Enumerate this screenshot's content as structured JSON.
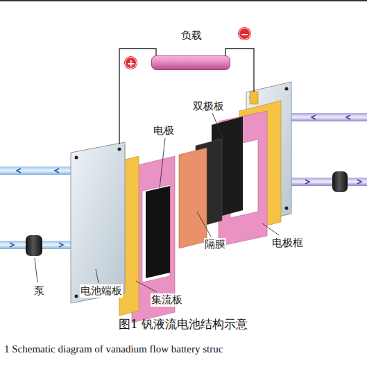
{
  "diagram": {
    "caption": "图1 钒液流电池结构示意",
    "nodes": [
      {
        "text": [
          "负载"
        ]
      },
      {
        "text": [
          "+"
        ]
      },
      {
        "text": [
          "−"
        ]
      }
    ],
    "labels": [
      "双极板",
      "电极",
      "隔膜",
      "电极框",
      "泵",
      "电池端板",
      "集流板",
      "1 Schematic diagram of vanadium flow battery struc"
    ]
  }
}
